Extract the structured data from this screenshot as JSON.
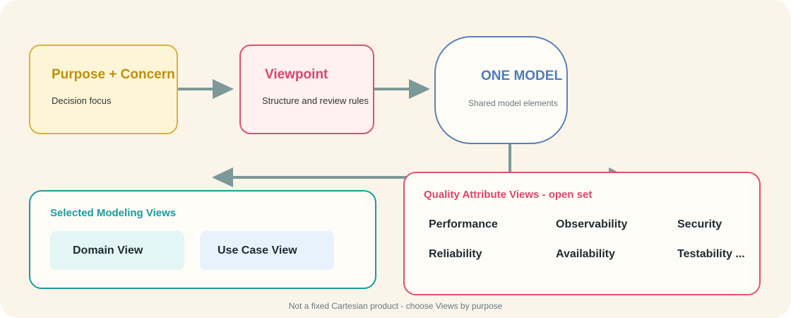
{
  "colors": {
    "background": "#fbf4e8",
    "connector": "#7d9898",
    "purpose_accent": "#bf8f0f",
    "viewpoint_accent": "#d8476a",
    "model_accent": "#4f7db7",
    "selected_accent": "#1a9aa0",
    "quality_accent": "#d8476a"
  },
  "purpose": {
    "title": "Purpose + Concern",
    "subtitle": "Decision focus"
  },
  "viewpoint": {
    "title": "Viewpoint",
    "subtitle": "Structure and review rules"
  },
  "model": {
    "title": "ONE MODEL",
    "subtitle": "Shared model elements"
  },
  "selected_views": {
    "title": "Selected Modeling Views",
    "items": [
      "Domain View",
      "Use Case View"
    ]
  },
  "quality_views": {
    "title": "Quality Attribute Views - open set",
    "items": [
      "Performance",
      "Observability",
      "Security",
      "Reliability",
      "Availability",
      "Testability ..."
    ]
  },
  "footnote": "Not a fixed Cartesian product - choose Views by purpose"
}
